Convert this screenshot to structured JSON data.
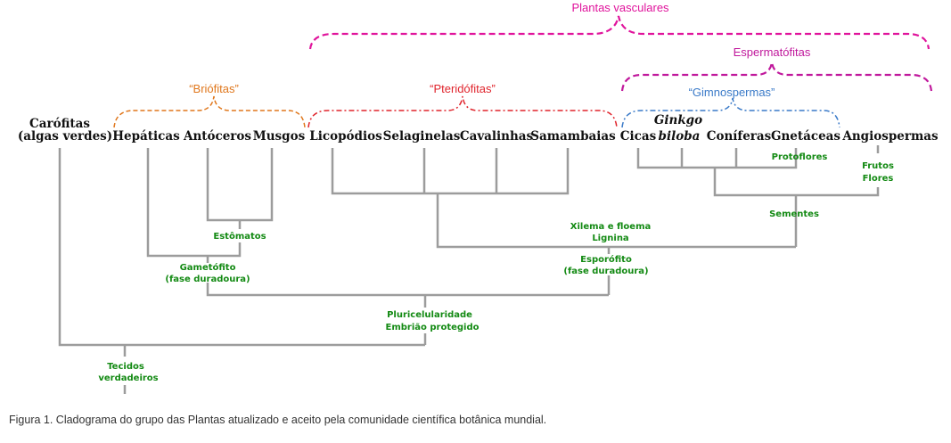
{
  "groups": {
    "vasculares": {
      "label": "Plantas vasculares",
      "color": "#e0149c"
    },
    "espermatofitas": {
      "label": "Espermatófitas",
      "color": "#c0189c"
    },
    "briofitas": {
      "label": "“Briófitas”",
      "color": "#e0771c"
    },
    "pteridofitas": {
      "label": "“Pteridófitas”",
      "color": "#e0242c"
    },
    "gimnospermas": {
      "label": "“Gimnospermas”",
      "color": "#3a7ac8"
    }
  },
  "taxa": {
    "carofitas_1": "Carófitas",
    "carofitas_2": "(algas verdes)",
    "hepaticas": "Hepáticas",
    "antoceros": "Antóceros",
    "musgos": "Musgos",
    "licopodios": "Licopódios",
    "selaginelas": "Selaginelas",
    "cavalinhas": "Cavalinhas",
    "samambaias": "Samambaias",
    "cicas": "Cicas",
    "ginkgo_1": "Ginkgo",
    "ginkgo_2": "biloba",
    "coniferas": "Coníferas",
    "gnetaceas": "Gnetáceas",
    "angiospermas": "Angiospermas"
  },
  "traits": {
    "protoflores": "Protoflores",
    "frutos": "Frutos",
    "flores": "Flores",
    "sementes": "Sementes",
    "xilema": "Xilema e floema",
    "lignina": "Lignina",
    "estomatos": "Estômatos",
    "gametofito_1": "Gametófito",
    "gametofito_2": "(fase duradoura)",
    "esporofito_1": "Esporófito",
    "esporofito_2": "(fase duradoura)",
    "pluricelularidade": "Pluricelularidade",
    "embriao": "Embrião protegido",
    "tecidos_1": "Tecidos",
    "tecidos_2": "verdadeiros"
  },
  "colors": {
    "branch": "#9c9c9c",
    "trait": "#138a13"
  },
  "caption": "Figura 1. Cladograma do grupo das Plantas atualizado e aceito pela comunidade científica botânica mundial."
}
